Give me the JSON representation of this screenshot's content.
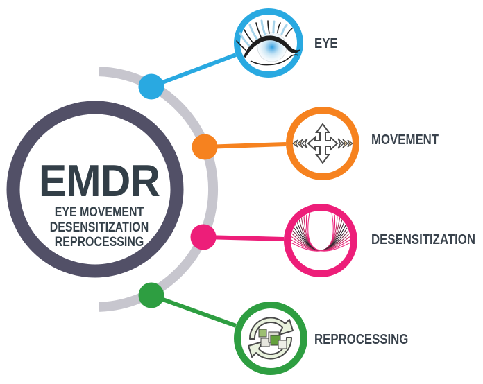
{
  "background_color": "#ffffff",
  "arc_color": "#c7c6ce",
  "label_color": "#39424c",
  "title_circle": {
    "title": "EMDR",
    "subtitle_lines": [
      "EYE MOVEMENT",
      "DESENSITIZATION",
      "REPROCESSING"
    ],
    "ring_color": "#525067",
    "text_color": "#333f48"
  },
  "items": [
    {
      "label": "EYE",
      "color": "#29a9e1",
      "icon": "eye-icon"
    },
    {
      "label": "MOVEMENT",
      "color": "#f6821f",
      "icon": "movement-arrows-icon"
    },
    {
      "label": "DESENSITIZATION",
      "color": "#ed1e79",
      "icon": "desensitization-waves-icon"
    },
    {
      "label": "REPROCESSING",
      "color": "#2e9e41",
      "icon": "reprocessing-recycle-icon"
    }
  ]
}
